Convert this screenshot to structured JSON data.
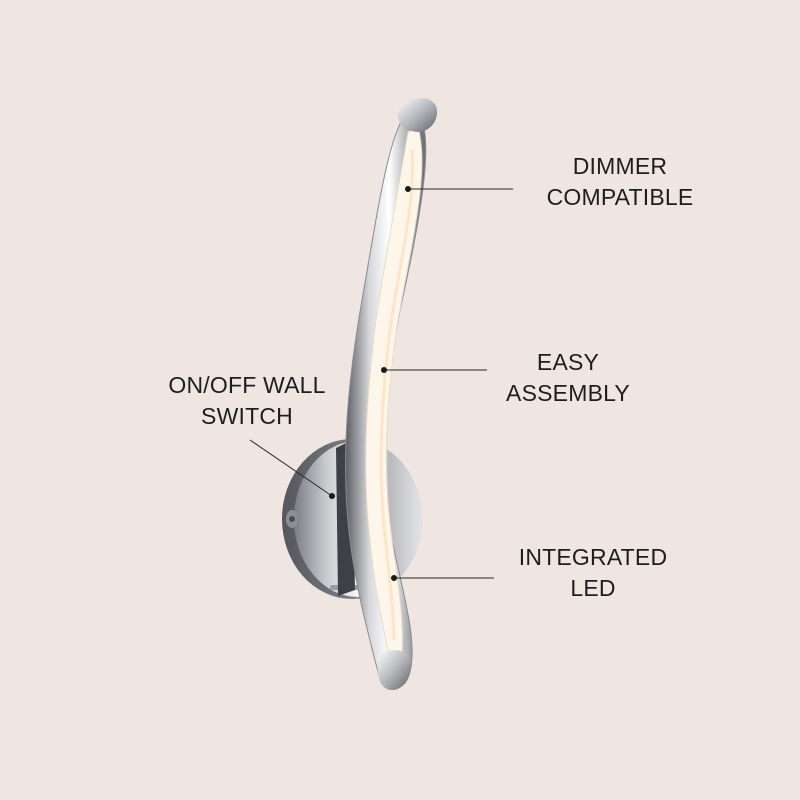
{
  "colors": {
    "background": "#efe6e2",
    "text": "#1e1e1e",
    "leader_line": "#2a2a2a",
    "chrome_light": "#f4f4f6",
    "chrome_dark": "#6e6f75",
    "led_glow": "#fff4e6"
  },
  "product": {
    "icon": "curved-led-wall-sconce"
  },
  "callouts": {
    "dimmer": {
      "line1": "DIMMER",
      "line2": "COMPATIBLE"
    },
    "assembly": {
      "line1": "EASY",
      "line2": "ASSEMBLY"
    },
    "led": {
      "line1": "INTEGRATED",
      "line2": "LED"
    },
    "switch": {
      "line1": "ON/OFF WALL",
      "line2": "SWITCH"
    }
  }
}
